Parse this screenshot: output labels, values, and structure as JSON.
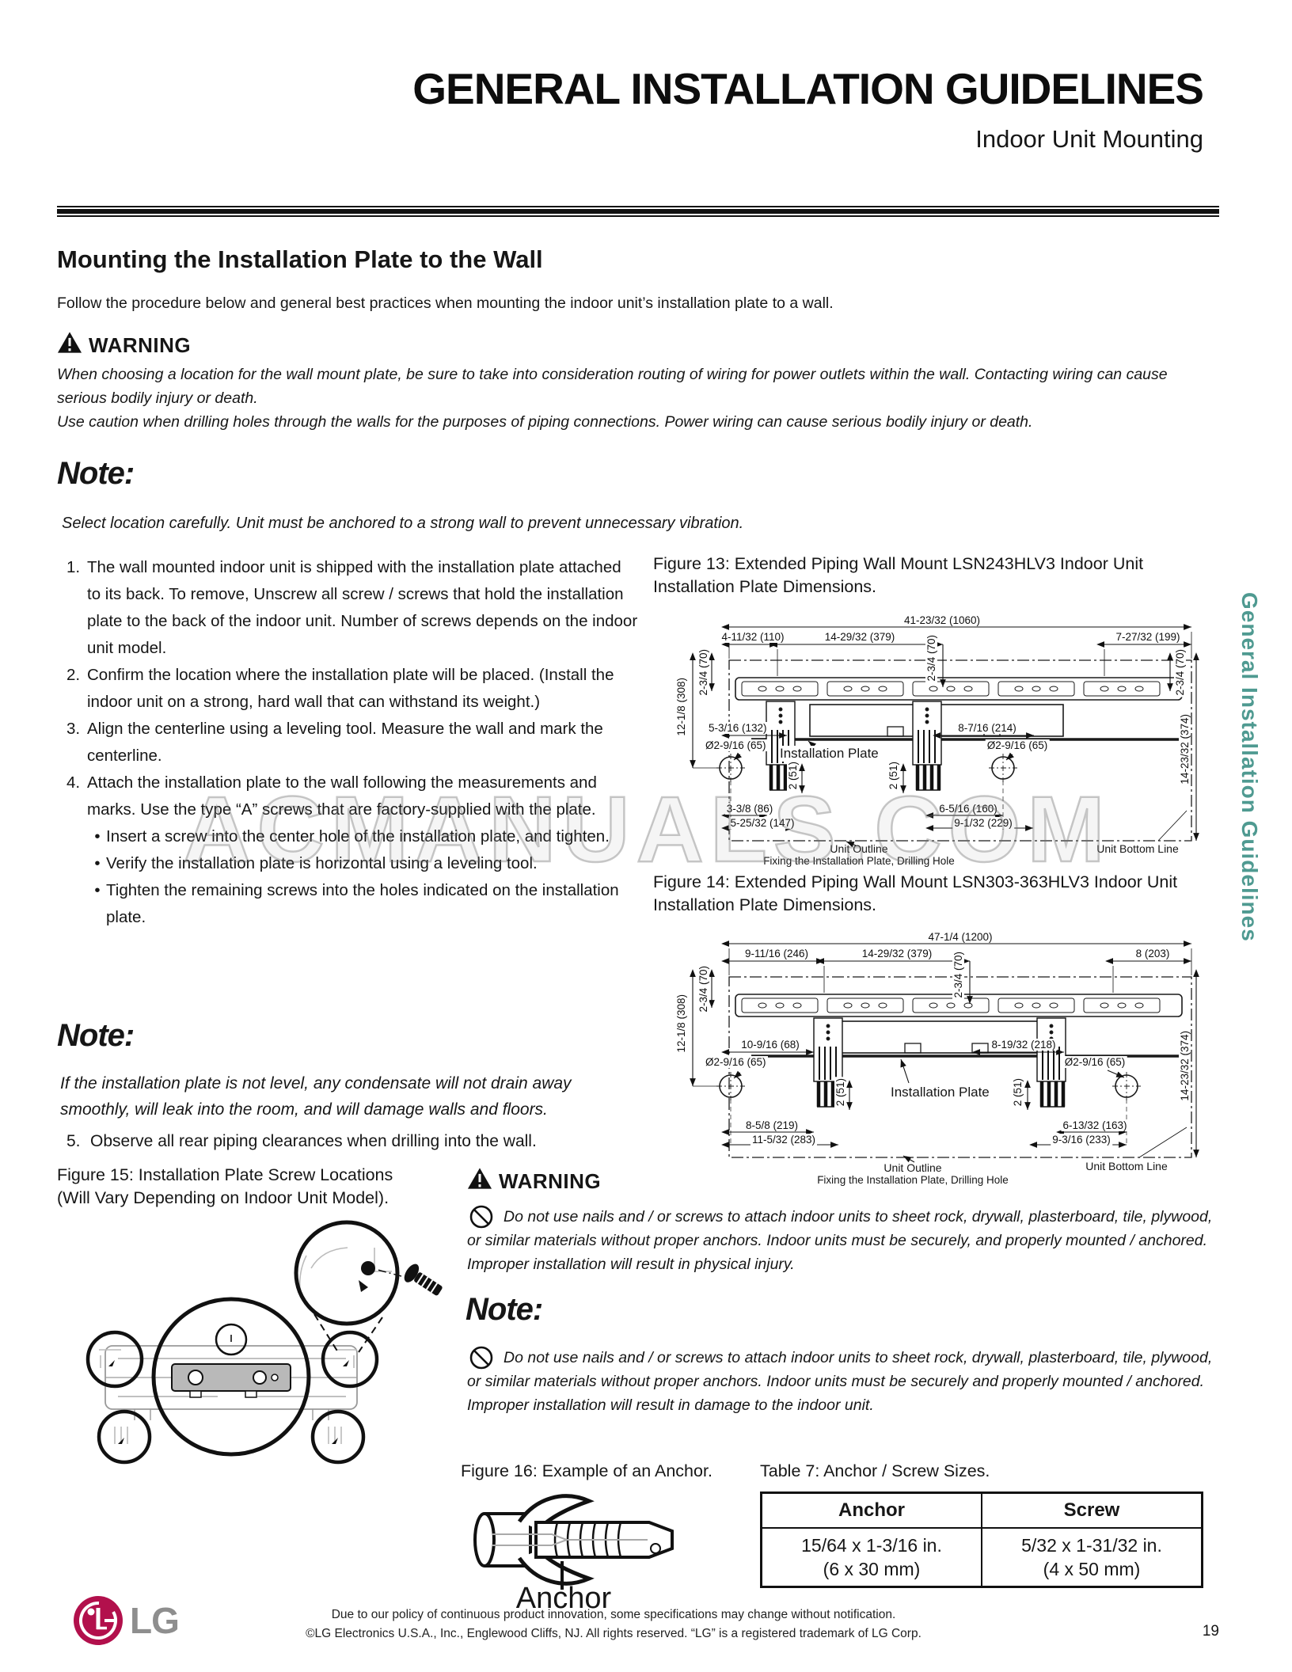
{
  "page": {
    "watermark": "ACMANUALS.COM",
    "sidebar_text": "General Installation Guidelines",
    "page_number": "19"
  },
  "header": {
    "title": "GENERAL INSTALLATION GUIDELINES",
    "subtitle": "Indoor Unit Mounting"
  },
  "section": {
    "title": "Mounting the Installation Plate to the Wall",
    "intro": "Follow the procedure below and general best practices when mounting the indoor unit’s installation plate to a wall."
  },
  "warning1": {
    "label": "WARNING",
    "p1": "When choosing a location for the wall mount plate, be sure to take into consideration routing of wiring for power outlets within the wall. Contacting wiring can cause serious bodily injury or death.",
    "p2": "Use caution when drilling holes through the walls for the purposes of piping connections. Power wiring can cause serious bodily injury or death."
  },
  "note1": {
    "label": "Note:",
    "text": "Select location carefully. Unit must be anchored to a strong wall to prevent unnecessary vibration."
  },
  "steps": {
    "bullet_char": "•",
    "items": [
      {
        "num": "1.",
        "text": "The wall mounted indoor unit is shipped with the installation plate attached to its back. To remove, Unscrew all screw / screws that hold the installation plate to the back of the indoor unit. Number of screws depends on the indoor unit model."
      },
      {
        "num": "2.",
        "text": "Confirm the location where the installation plate will be placed. (Install the indoor unit on a strong, hard wall that can withstand its weight.)"
      },
      {
        "num": "3.",
        "text": "Align the centerline using a leveling tool. Measure the wall and mark the centerline."
      },
      {
        "num": "4.",
        "text": "Attach the installation plate to the wall following the measurements and marks. Use the type “A” screws that are factory-supplied with the plate."
      }
    ],
    "bullets": [
      "Insert a screw into the center hole of the installation plate, and tighten.",
      "Verify the installation plate is horizontal using a leveling tool.",
      "Tighten the remaining screws into the holes indicated on the installation plate."
    ]
  },
  "note2": {
    "label": "Note:",
    "text": "If the installation plate is not level, any condensate will not drain away smoothly, will leak into the room, and will damage walls and floors."
  },
  "step5": {
    "num": "5.",
    "text": "Observe all rear piping clearances when drilling into the wall."
  },
  "figure13": {
    "caption": "Figure 13: Extended Piping Wall Mount LSN243HLV3 Indoor Unit Installation Plate Dimensions.",
    "dims": {
      "overall_width": "41-23/32 (1060)",
      "left_offset": "4-11/32 (110)",
      "center_span": "14-29/32 (379)",
      "center_vert": "2-3/4 (70)",
      "right_offset": "7-27/32 (199)",
      "left_top_vert": "2-3/4 (70)",
      "left_height": "12-1/8 (308)",
      "left_bracket": "5-3/16 (132)",
      "left_hole_dia": "Ø2-9/16 (65)",
      "right_bracket": "8-7/16 (214)",
      "right_hole_dia": "Ø2-9/16 (65)",
      "right_top_vert": "2-3/4 (70)",
      "right_height": "14-23/32 (374)",
      "drop_left": "2 (51)",
      "drop_right": "2 (51)",
      "bottom_left1": "3-3/8 (86)",
      "bottom_left2": "5-25/32 (147)",
      "bottom_right1": "6-5/16 (160)",
      "bottom_right2": "9-1/32 (229)"
    },
    "labels": {
      "plate": "Installation Plate",
      "unit_outline": "Unit Outline",
      "fixing": "Fixing the Installation Plate, Drilling Hole",
      "bottom_line": "Unit Bottom Line"
    }
  },
  "figure14": {
    "caption": "Figure 14: Extended Piping Wall Mount LSN303-363HLV3 Indoor Unit Installation Plate Dimensions.",
    "dims": {
      "overall_width": "47-1/4 (1200)",
      "left_offset": "9-11/16 (246)",
      "center_span": "14-29/32 (379)",
      "center_vert": "2-3/4 (70)",
      "right_offset": "8 (203)",
      "left_top_vert": "2-3/4 (70)",
      "left_height": "12-1/8 (308)",
      "left_bracket": "10-9/16 (68)",
      "left_hole_dia": "Ø2-9/16 (65)",
      "right_bracket": "8-19/32 (218)",
      "right_hole_dia": "Ø2-9/16 (65)",
      "right_height": "14-23/32 (374)",
      "drop_left": "2 (51)",
      "drop_right": "2 (51)",
      "bottom_left1": "8-5/8 (219)",
      "bottom_left2": "11-5/32 (283)",
      "bottom_right1": "6-13/32 (163)",
      "bottom_right2": "9-3/16 (233)"
    },
    "labels": {
      "plate": "Installation Plate",
      "unit_outline": "Unit Outline",
      "fixing": "Fixing the Installation Plate, Drilling Hole",
      "bottom_line": "Unit Bottom Line"
    }
  },
  "figure15": {
    "caption_l1": "Figure 15: Installation Plate Screw Locations",
    "caption_l2": "(Will Vary Depending on Indoor Unit Model)."
  },
  "warning2": {
    "label": "WARNING",
    "text": "Do not use nails and / or screws to attach indoor units to sheet rock, drywall, plasterboard, tile, plywood, or similar materials without proper anchors. Indoor units must be securely, and properly mounted / anchored. Improper installation will result in physical injury."
  },
  "note3": {
    "label": "Note:",
    "text": "Do not use nails and / or screws to attach indoor units to sheet rock, drywall, plasterboard, tile, plywood, or similar materials without proper anchors. Indoor units must be securely and properly mounted / anchored. Improper installation will result in damage to the indoor unit."
  },
  "figure16": {
    "caption": "Figure 16: Example of an Anchor.",
    "anchor_label": "Anchor"
  },
  "table7": {
    "caption": "Table 7: Anchor / Screw Sizes.",
    "col1_header": "Anchor",
    "col2_header": "Screw",
    "col1_line1": "15/64 x 1-3/16 in.",
    "col1_line2": "(6 x 30 mm)",
    "col2_line1": "5/32 x 1-31/32 in.",
    "col2_line2": "(4 x 50 mm)"
  },
  "footer": {
    "logo_text": "LG",
    "line1": "Due to our policy of continuous product innovation, some specifications may change without notification.",
    "line2": "©LG Electronics U.S.A., Inc., Englewood Cliffs, NJ. All rights reserved. “LG” is a registered trademark of LG Corp."
  }
}
